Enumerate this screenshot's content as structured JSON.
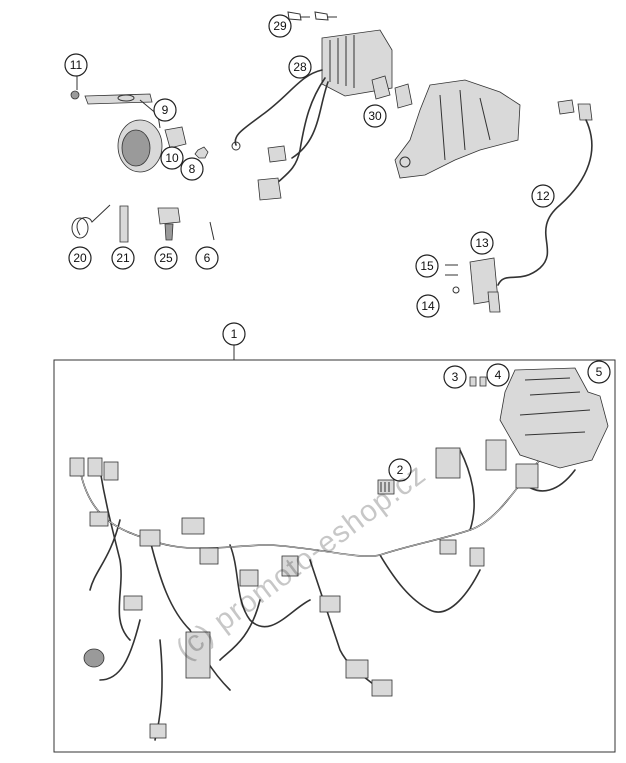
{
  "callouts": {
    "c1": "1",
    "c2": "2",
    "c3": "3",
    "c4": "4",
    "c5": "5",
    "c6": "6",
    "c8": "8",
    "c9": "9",
    "c10": "10",
    "c11": "11",
    "c12": "12",
    "c13": "13",
    "c14": "14",
    "c15": "15",
    "c20": "20",
    "c21": "21",
    "c25": "25",
    "c28": "28",
    "c29": "29",
    "c30": "30"
  },
  "watermark": "(c) promoto-eshop.cz",
  "colors": {
    "line": "#333333",
    "part_fill": "#d9d9d9",
    "background": "#ffffff"
  }
}
